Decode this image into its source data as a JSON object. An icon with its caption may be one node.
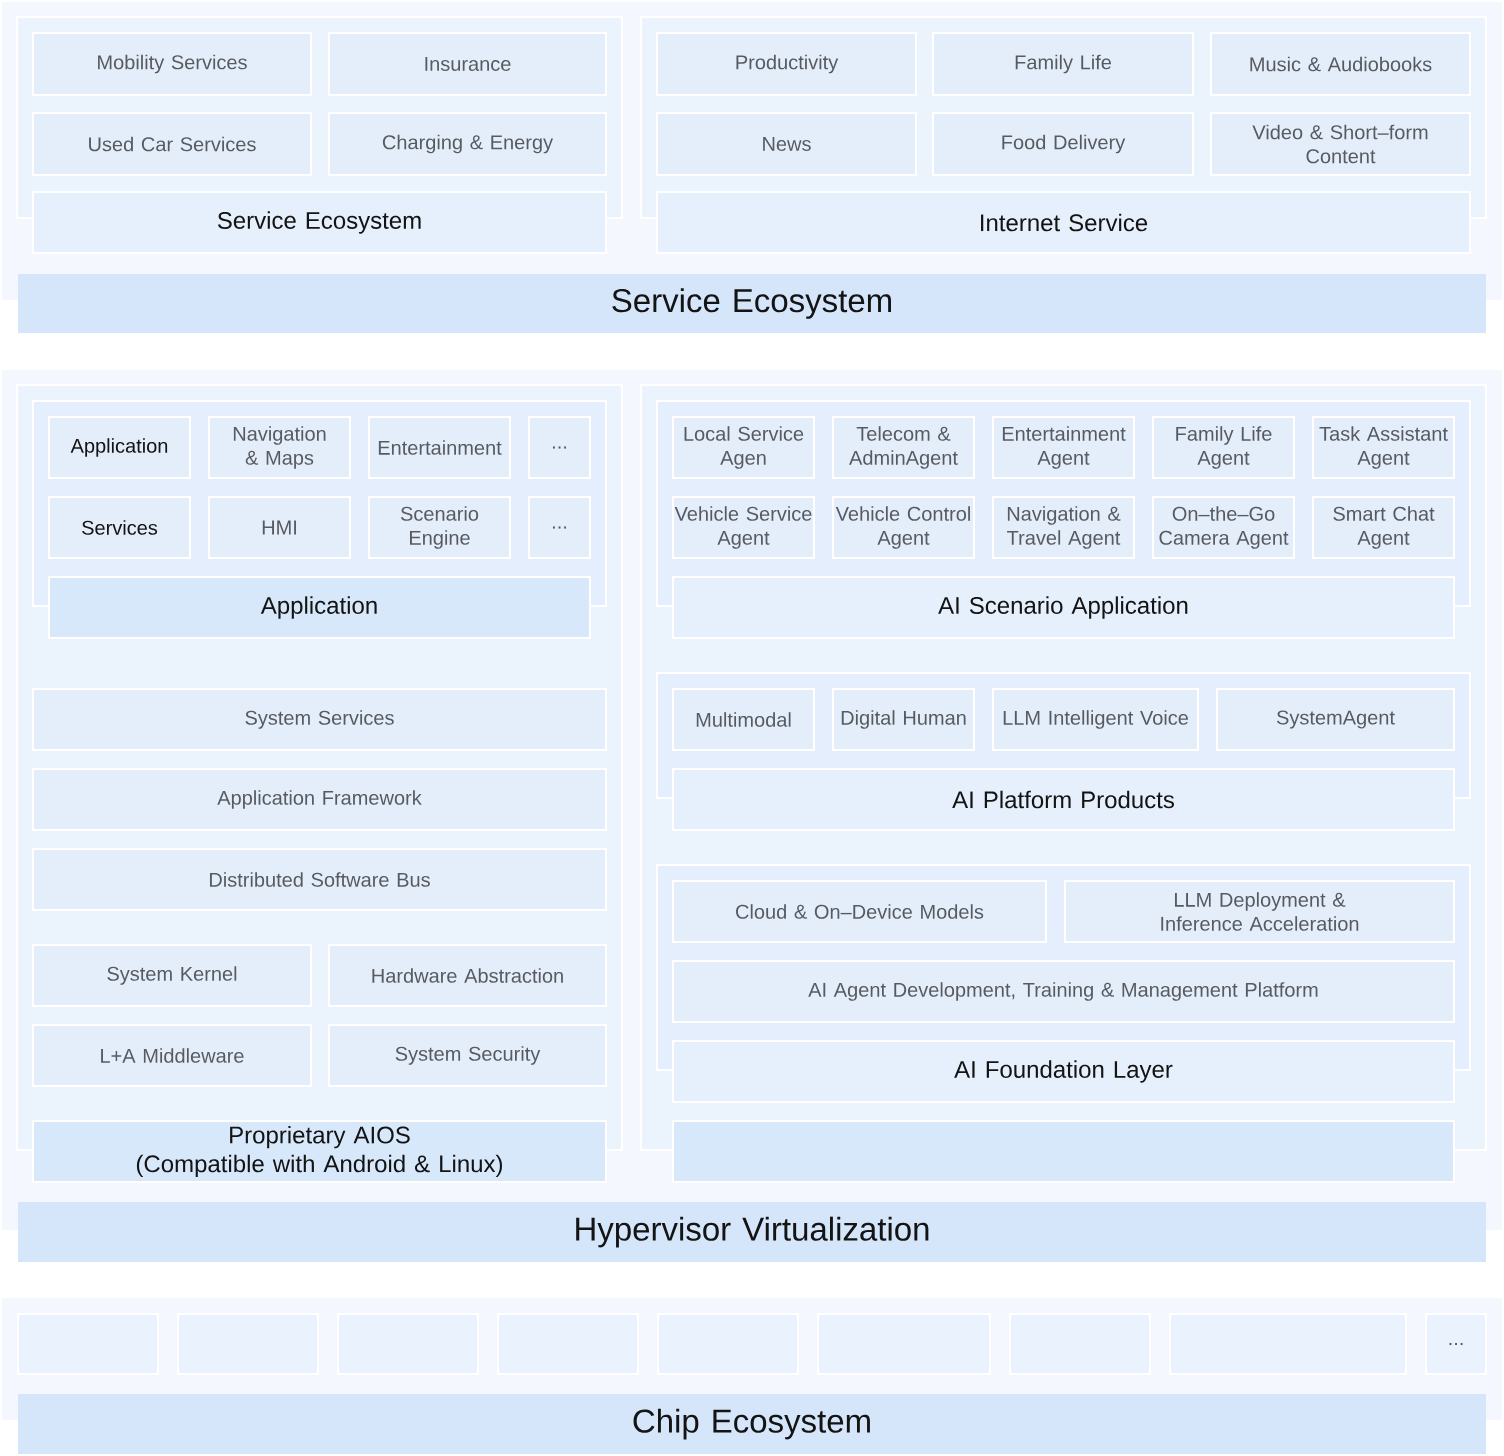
{
  "diagram": {
    "nodes": [
      {
        "text": [
          "Service Ecosystem"
        ]
      },
      {
        "text": [
          "Service Ecosystem"
        ],
        "in": 0
      },
      {
        "text": [
          "Mobility Services"
        ],
        "in": 1
      },
      {
        "text": [
          "Insurance"
        ],
        "in": 1
      },
      {
        "text": [
          "Used Car Services"
        ],
        "in": 1
      },
      {
        "text": [
          "Charging & Energy"
        ],
        "in": 1
      },
      {
        "text": [
          "Internet Service"
        ],
        "in": 0
      },
      {
        "text": [
          "Productivity"
        ],
        "in": 6
      },
      {
        "text": [
          "Family Life"
        ],
        "in": 6
      },
      {
        "text": [
          "Music & Audiobooks"
        ],
        "in": 6
      },
      {
        "text": [
          "News"
        ],
        "in": 6
      },
      {
        "text": [
          "Food Delivery"
        ],
        "in": 6
      },
      {
        "text": [
          "Video & Short–form Content"
        ],
        "in": 6
      },
      {
        "text": [
          "Hypervisor Virtualization"
        ]
      },
      {
        "text": [
          "Proprietary AIOS (Compatible with Android & Linux)"
        ],
        "in": 13
      },
      {
        "text": [
          "Application"
        ],
        "in": 14
      },
      {
        "text": [
          "Application"
        ],
        "in": 15
      },
      {
        "text": [
          "Navigation & Maps"
        ],
        "in": 15
      },
      {
        "text": [
          "Entertainment"
        ],
        "in": 15
      },
      {
        "text": [
          "..."
        ],
        "in": 15
      },
      {
        "text": [
          "Services"
        ],
        "in": 15
      },
      {
        "text": [
          "HMI"
        ],
        "in": 15
      },
      {
        "text": [
          "Scenario Engine"
        ],
        "in": 15
      },
      {
        "text": [
          "..."
        ],
        "in": 15
      },
      {
        "text": [
          "System Services"
        ],
        "in": 14
      },
      {
        "text": [
          "Application Framework"
        ],
        "in": 14
      },
      {
        "text": [
          "Distributed Software Bus"
        ],
        "in": 14
      },
      {
        "text": [
          "System Kernel"
        ],
        "in": 14
      },
      {
        "text": [
          "Hardware Abstraction"
        ],
        "in": 14
      },
      {
        "text": [
          "L+A Middleware"
        ],
        "in": 14
      },
      {
        "text": [
          "System Security"
        ],
        "in": 14
      },
      {
        "text": [],
        "shape": "box",
        "in": 13
      },
      {
        "text": [
          "AI Scenario Application"
        ],
        "in": 31
      },
      {
        "text": [
          "Local Service Agen"
        ],
        "in": 32
      },
      {
        "text": [
          "Telecom & AdminAgent"
        ],
        "in": 32
      },
      {
        "text": [
          "Entertainment Agent"
        ],
        "in": 32
      },
      {
        "text": [
          "Family Life Agent"
        ],
        "in": 32
      },
      {
        "text": [
          "Task Assistant Agent"
        ],
        "in": 32
      },
      {
        "text": [
          "Vehicle Service Agent"
        ],
        "in": 32
      },
      {
        "text": [
          "Vehicle Control Agent"
        ],
        "in": 32
      },
      {
        "text": [
          "Navigation & Travel Agent"
        ],
        "in": 32
      },
      {
        "text": [
          "On–the–Go Camera Agent"
        ],
        "in": 32
      },
      {
        "text": [
          "Smart Chat Agent"
        ],
        "in": 32
      },
      {
        "text": [
          "AI Platform Products"
        ],
        "in": 31
      },
      {
        "text": [
          "Multimodal"
        ],
        "in": 43
      },
      {
        "text": [
          "Digital Human"
        ],
        "in": 43
      },
      {
        "text": [
          "LLM Intelligent Voice"
        ],
        "in": 43
      },
      {
        "text": [
          "SystemAgent"
        ],
        "in": 43
      },
      {
        "text": [
          "AI Foundation Layer"
        ],
        "in": 31
      },
      {
        "text": [
          "Cloud & On–Device Models"
        ],
        "in": 48
      },
      {
        "text": [
          "LLM Deployment & Inference Acceleration"
        ],
        "in": 48
      },
      {
        "text": [
          "AI Agent Development, Training & Management Platform"
        ],
        "in": 48
      },
      {
        "text": [
          "Chip Ecosystem"
        ]
      },
      {
        "text": [],
        "shape": "box",
        "in": 52
      },
      {
        "text": [],
        "shape": "box",
        "in": 52
      },
      {
        "text": [],
        "shape": "box",
        "in": 52
      },
      {
        "text": [],
        "shape": "box",
        "in": 52
      },
      {
        "text": [],
        "shape": "box",
        "in": 52
      },
      {
        "text": [],
        "shape": "box",
        "in": 52
      },
      {
        "text": [],
        "shape": "box",
        "in": 52
      },
      {
        "text": [],
        "shape": "box",
        "in": 52
      },
      {
        "text": [
          "..."
        ],
        "in": 52
      }
    ]
  }
}
